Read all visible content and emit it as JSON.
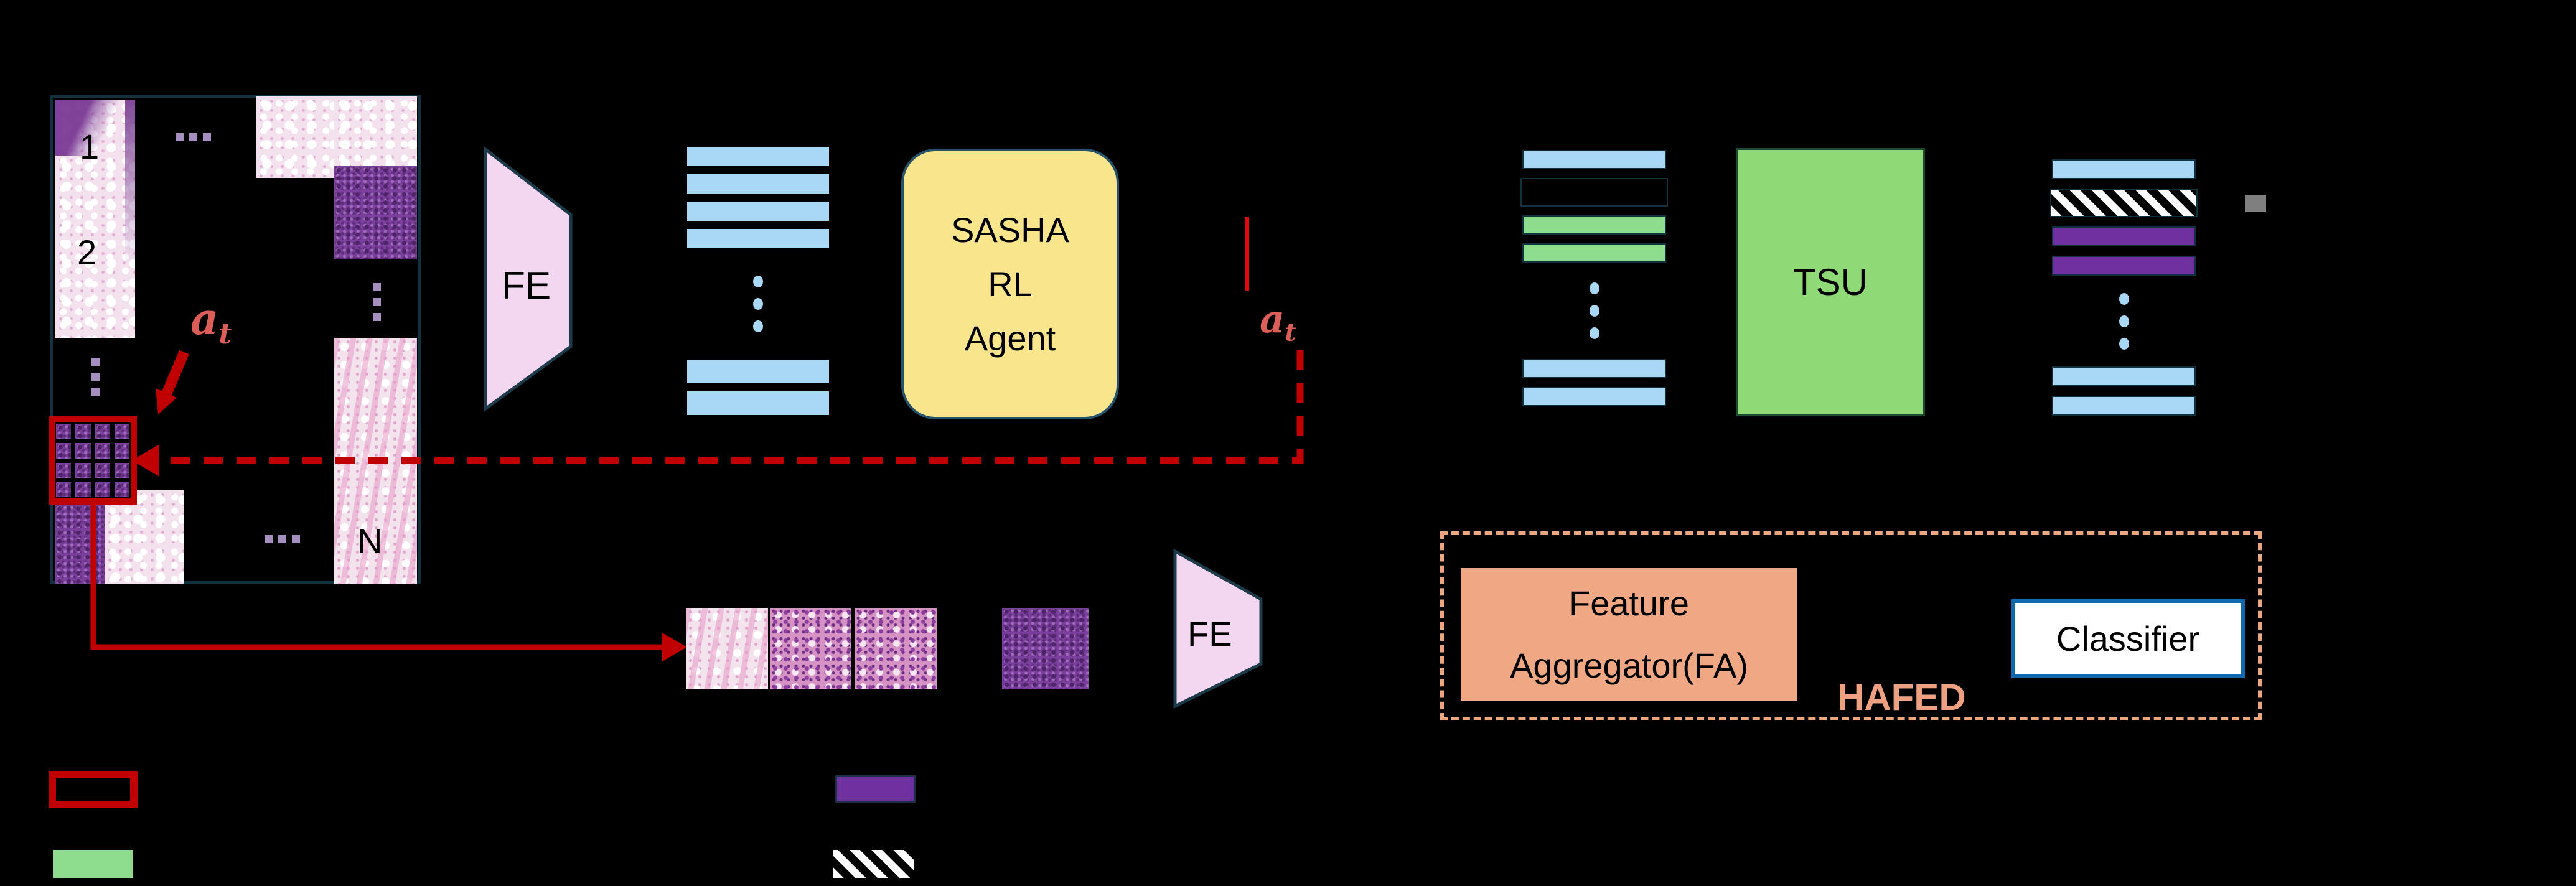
{
  "wsi": {
    "patch_label_1": "1",
    "patch_label_2": "2",
    "patch_label_n": "N"
  },
  "action": {
    "base": "a",
    "sub": "t"
  },
  "feature_extractor": {
    "label": "FE"
  },
  "agent": {
    "line1": "SASHA",
    "line2": "RL",
    "line3": "Agent"
  },
  "tsu": {
    "label": "TSU"
  },
  "hafed": {
    "title": "HAFED",
    "fa_line1": "Feature",
    "fa_line2": "Aggregator(FA)",
    "classifier_label": "Classifier"
  },
  "stacks": {
    "stack1": [
      "blue",
      "blue",
      "blue",
      "blue",
      "dots",
      "blue",
      "blue"
    ],
    "stack2": [
      "blue",
      "red_outline",
      "green",
      "green",
      "dots",
      "blue",
      "blue"
    ],
    "stack3": [
      "blue",
      "red_hatch",
      "purple",
      "purple",
      "dots",
      "blue",
      "blue"
    ]
  },
  "legend": {
    "items": [
      "selected-patch-red-outline",
      "green-feature-bar",
      "purple-feature-bar",
      "hatched-feature-bar"
    ]
  },
  "colors": {
    "background": "#000000",
    "red_accent": "#c00000",
    "action_text": "#dd5e58",
    "bar_blue": "#a9d8f5",
    "bar_green": "#8edc8d",
    "bar_purple": "#7030a0",
    "fe_pink": "#f3d6ef",
    "agent_yellow": "#f8e58c",
    "tsu_green": "#90d977",
    "hafed_peach": "#f0a884",
    "hafed_border": "#eba87f",
    "classifier_border": "#1169b0",
    "wsi_border": "#12313f",
    "lilac_dots": "#a58fc0",
    "gray_marker": "#7f7f7f"
  }
}
